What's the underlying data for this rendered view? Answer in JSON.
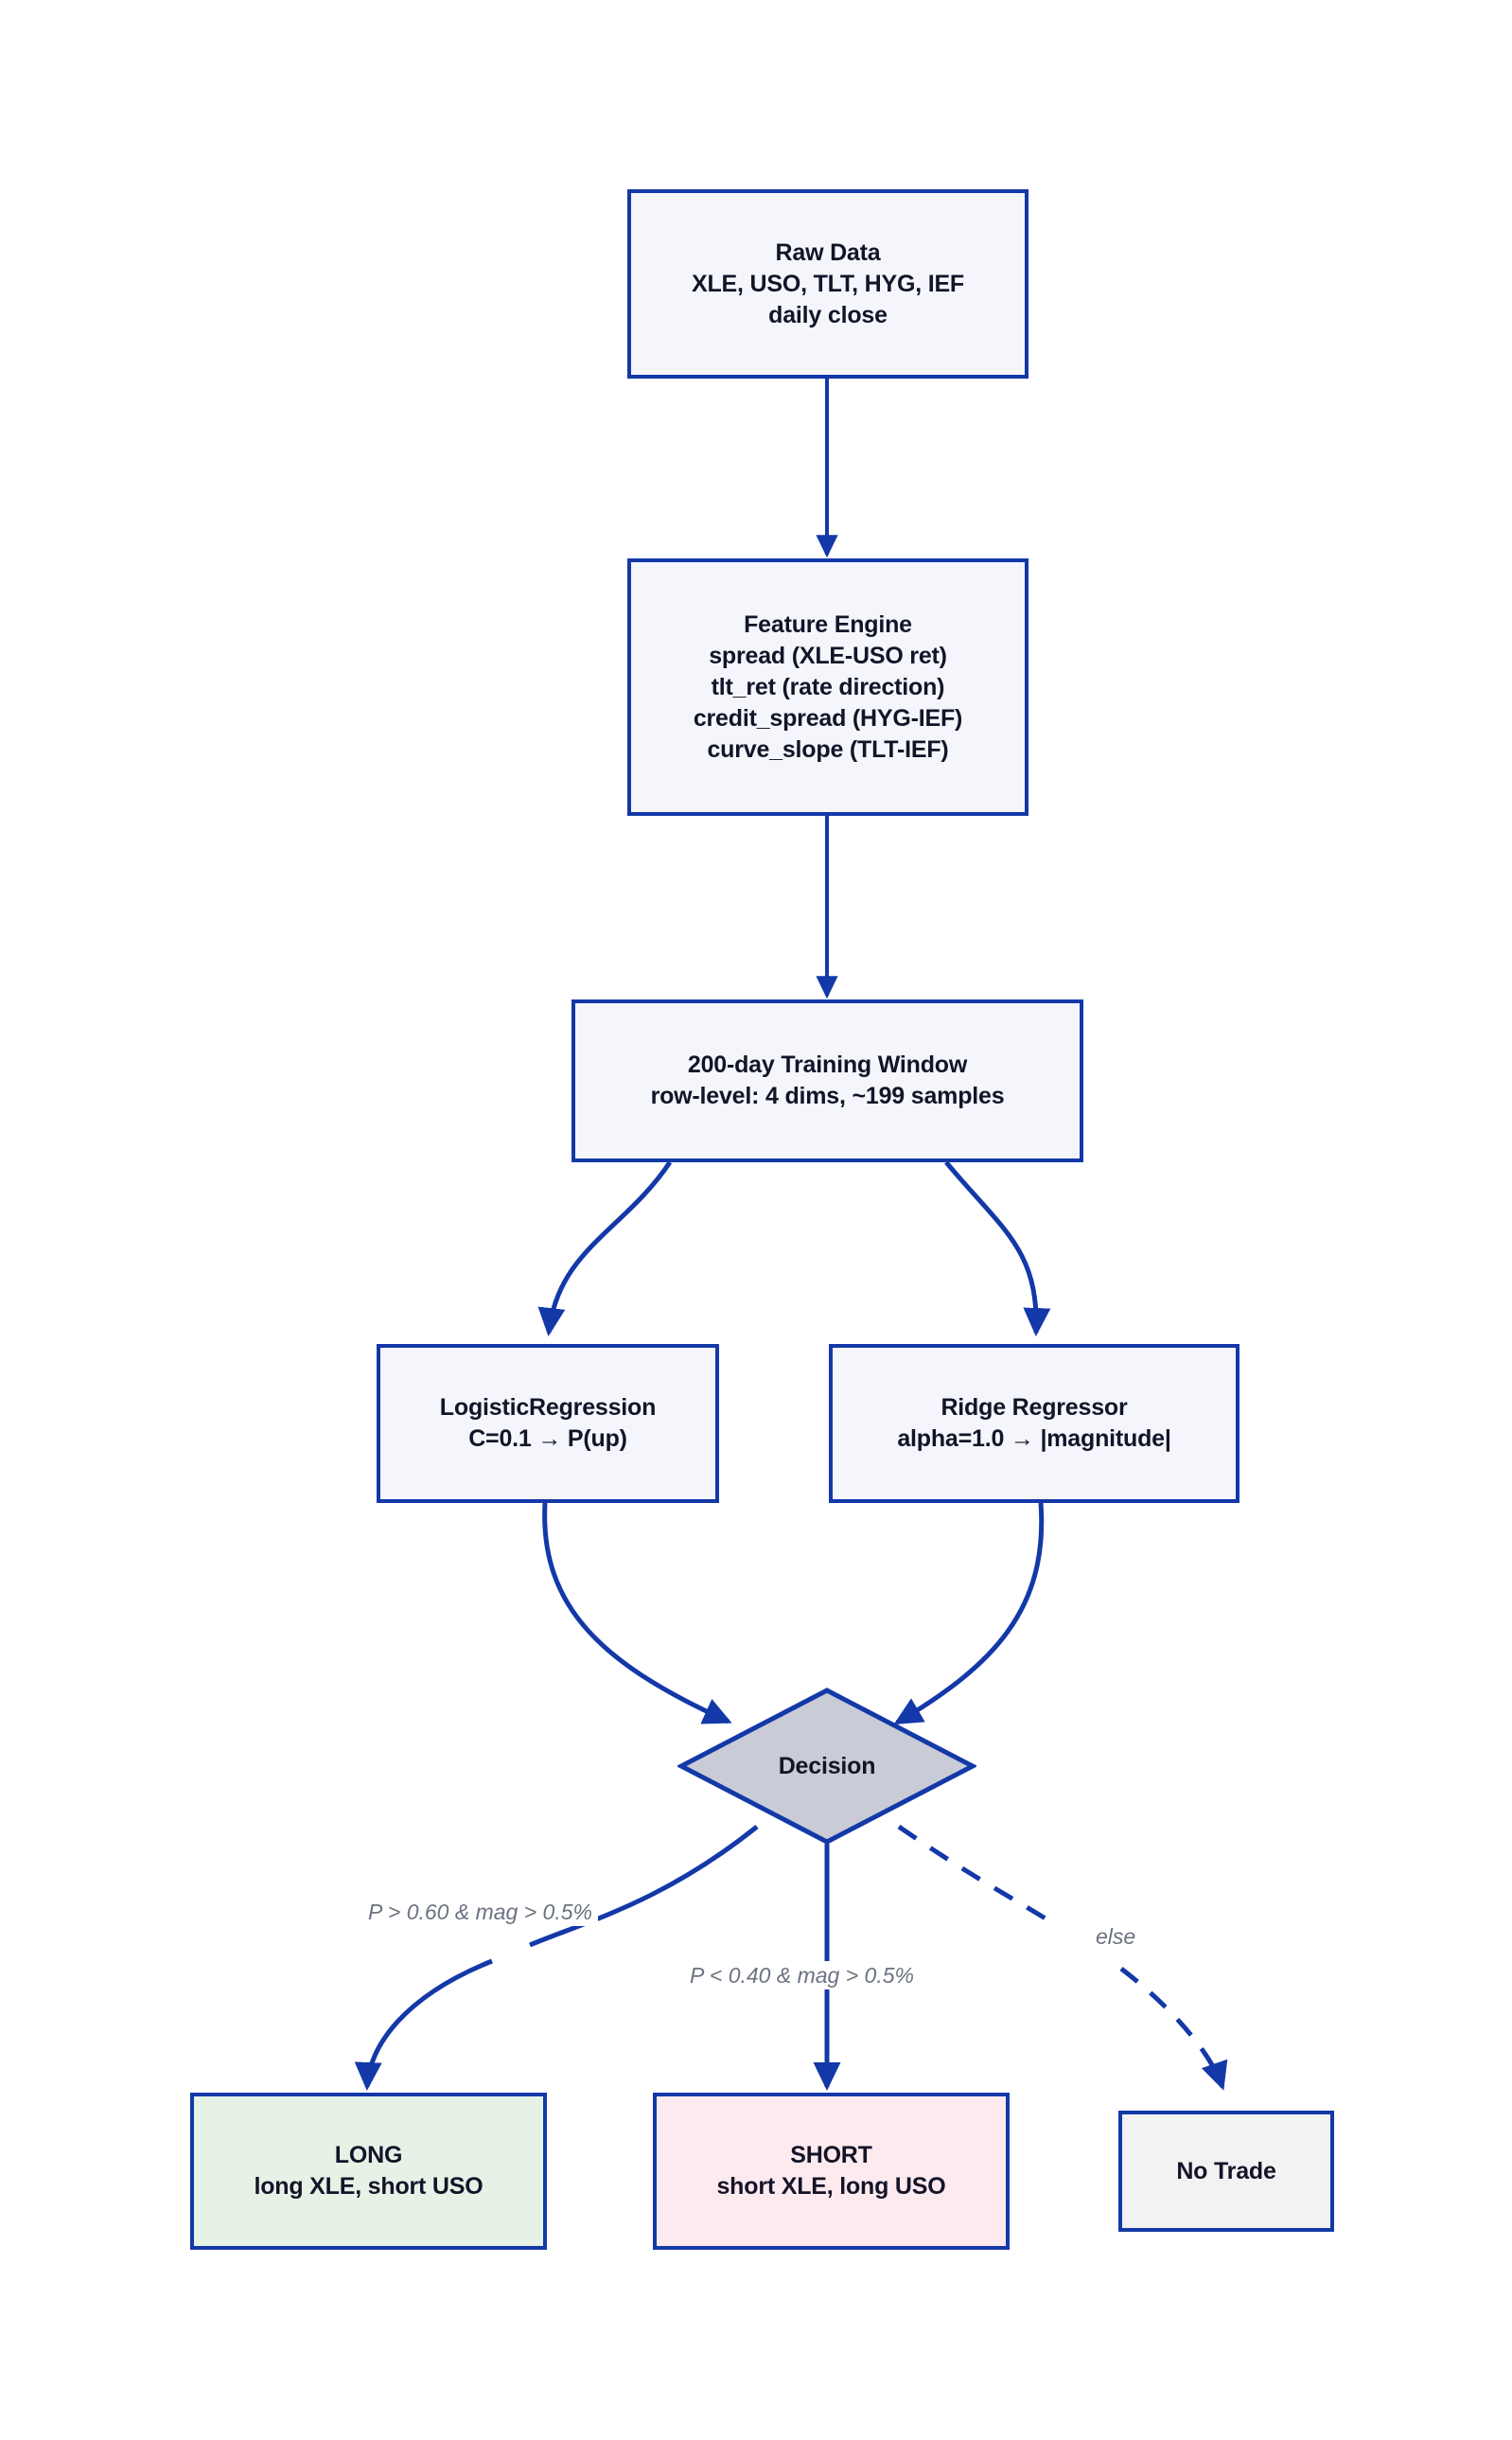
{
  "diagram": {
    "title": "Pairs Trading Model Pipeline Flowchart",
    "colors": {
      "node_border": "#1338A8",
      "node_fill": "#f4f6fc",
      "decision_fill": "#c9ccd6",
      "long_fill": "#e7f2e7",
      "short_fill": "#fdeaee",
      "notrade_fill": "#f2f2f2",
      "edge": "#1338A8",
      "edge_label": "#6b7280",
      "text": "#141428"
    },
    "nodes": [
      {
        "id": "raw-data",
        "shape": "rect",
        "lines": [
          "Raw Data",
          "XLE, USO, TLT, HYG, IEF",
          "daily close"
        ]
      },
      {
        "id": "feature-engine",
        "shape": "rect",
        "lines": [
          "Feature Engine",
          "spread (XLE-USO ret)",
          "tlt_ret (rate direction)",
          "credit_spread (HYG-IEF)",
          "curve_slope (TLT-IEF)"
        ]
      },
      {
        "id": "training-window",
        "shape": "rect",
        "lines": [
          "200-day Training Window",
          "row-level: 4 dims, ~199 samples"
        ]
      },
      {
        "id": "logistic-regression",
        "shape": "rect",
        "lines": [
          "LogisticRegression",
          "C=0.1 → P(up)"
        ]
      },
      {
        "id": "ridge-regressor",
        "shape": "rect",
        "lines": [
          "Ridge Regressor",
          "alpha=1.0 → |magnitude|"
        ]
      },
      {
        "id": "decision",
        "shape": "diamond",
        "lines": [
          "Decision"
        ]
      },
      {
        "id": "long",
        "shape": "rect",
        "lines": [
          "LONG",
          "long XLE, short USO"
        ]
      },
      {
        "id": "short",
        "shape": "rect",
        "lines": [
          "SHORT",
          "short XLE, long USO"
        ]
      },
      {
        "id": "no-trade",
        "shape": "rect",
        "lines": [
          "No Trade"
        ]
      }
    ],
    "edge_labels": {
      "long_condition": "P > 0.60 & mag > 0.5%",
      "short_condition": "P < 0.40 & mag > 0.5%",
      "else_condition": "else"
    }
  }
}
